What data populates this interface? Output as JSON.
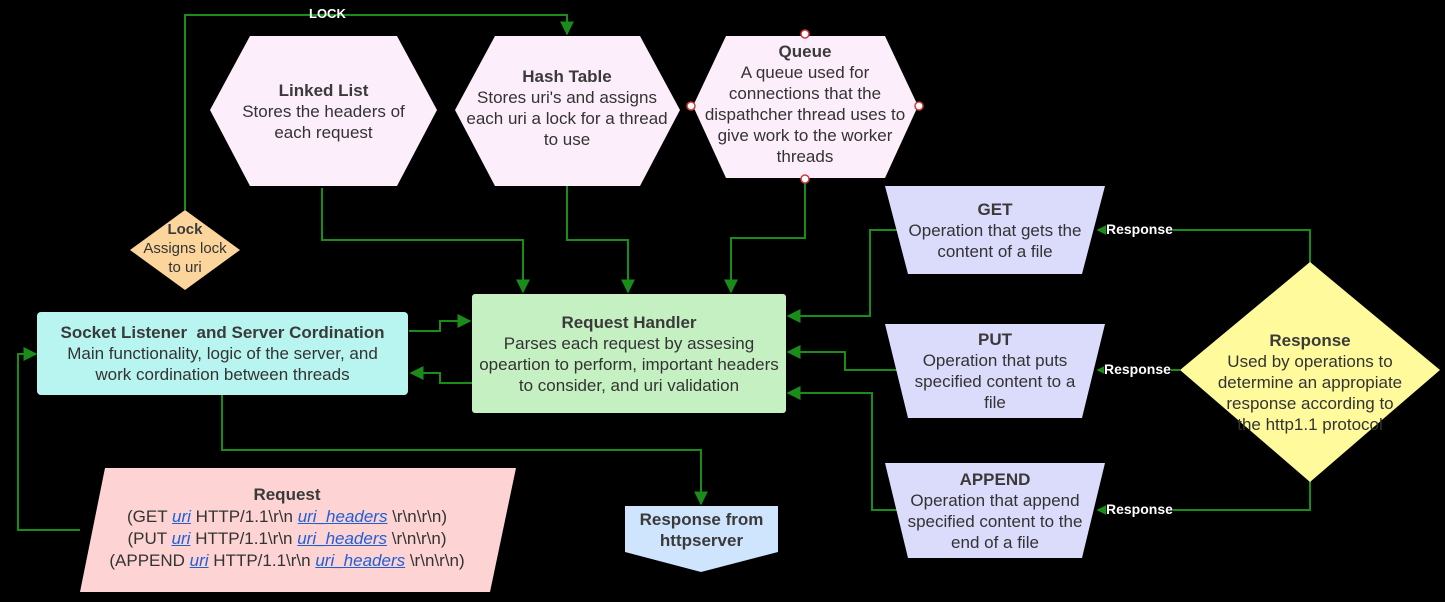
{
  "nodes": {
    "linked_list": {
      "title": "Linked List",
      "desc": "Stores the headers of each request"
    },
    "hash_table": {
      "title": "Hash Table",
      "desc": "Stores uri's and assigns each uri a lock for a thread to use"
    },
    "queue": {
      "title": "Queue",
      "desc": "A queue used for connections that the dispathcher thread uses to give work to the worker threads"
    },
    "lock": {
      "title": "Lock",
      "desc": "Assigns lock to uri"
    },
    "socket_listener": {
      "title": "Socket Listener  and Server Cordination",
      "desc": "Main functionality, logic of the server, and work cordination between threads"
    },
    "request_handler": {
      "title": "Request Handler",
      "desc": "Parses each request by assesing opeartion to perform, important headers to consider, and uri validation"
    },
    "get": {
      "title": "GET",
      "desc": "Operation that gets the content of a file"
    },
    "put": {
      "title": "PUT",
      "desc": "Operation that puts specified content to a file"
    },
    "append": {
      "title": "APPEND",
      "desc": "Operation that append specified content to the end of a file"
    },
    "response": {
      "title": "Response",
      "desc": "Used by operations to determine an appropiate response according to the http1.1 protocol"
    },
    "request": {
      "title": "Request",
      "lines": [
        {
          "pre": "(GET ",
          "uri": "uri",
          "mid": " HTTP/1.1\\r\\n ",
          "hdr": "uri_headers",
          "post": " \\r\\n\\r\\n)"
        },
        {
          "pre": "(PUT ",
          "uri": "uri",
          "mid": " HTTP/1.1\\r\\n ",
          "hdr": "uri_headers",
          "post": " \\r\\n\\r\\n)"
        },
        {
          "pre": "(APPEND ",
          "uri": "uri",
          "mid": " HTTP/1.1\\r\\n ",
          "hdr": "uri_headers",
          "post": " \\r\\n\\r\\n)"
        }
      ]
    },
    "response_from": {
      "title": "Response from httpserver"
    }
  },
  "edges": {
    "lock_label": "LOCK",
    "response_get": "Response",
    "response_put": "Response",
    "response_append": "Response"
  },
  "colors": {
    "hexagon": "#fdeefb",
    "lock": "#fcd59c",
    "socket": "#b9f5f0",
    "handler": "#c4f0c2",
    "operation": "#dbdbfb",
    "response": "#fffb9c",
    "request": "#fdd3d3",
    "response_from": "#cfe4fd",
    "connector": "#1a8c1a"
  }
}
